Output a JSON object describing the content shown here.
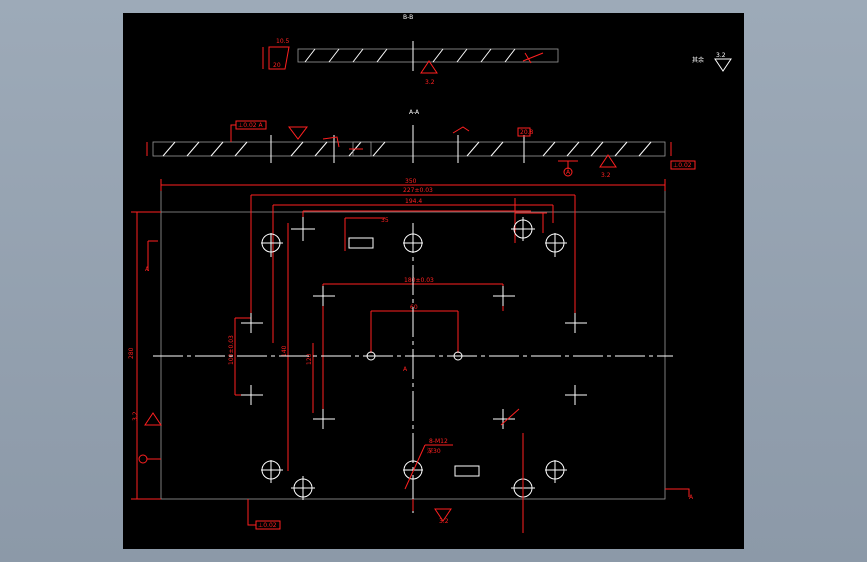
{
  "views": {
    "section_b": {
      "label": "B-B"
    },
    "section_a": {
      "label": "A-A"
    }
  },
  "labels": {
    "roughness_rest": "其余",
    "roughness_value": "3.2",
    "roughness_32_a": "3.2",
    "roughness_32_b": "3.2",
    "roughness_32_c": "3.2",
    "roughness_32_d": "3.2",
    "roughness_32_e": "3.2",
    "datum_a": "A",
    "hole_callout_1": "8-M12",
    "hole_callout_2": "深30"
  },
  "dimensions": {
    "overall_width": "350",
    "width_2": "227±0.03",
    "width_3": "194.4",
    "height_overall": "280",
    "inner_width": "180±0.03",
    "center_width": "60",
    "small_1": "35",
    "small_2": "20",
    "left_height_1": "100±0.03",
    "left_height_2": "140",
    "left_height_3": "120",
    "top_small": "10.5",
    "flat_1": "20.8",
    "tol_a": "⊥0.02 A",
    "tol_b": "// 0.02",
    "tol_c": "⊥0.02",
    "tol_d": "⊥0.02"
  },
  "colors": {
    "background": "#000000",
    "dimension": "#ff2020",
    "geometry": "#ffffff",
    "frame": "#8c99a8"
  }
}
